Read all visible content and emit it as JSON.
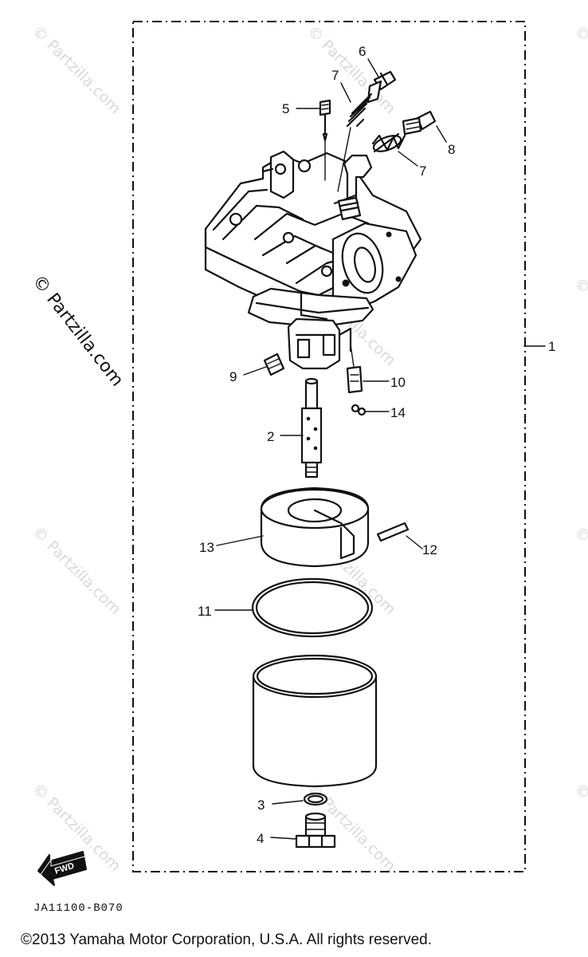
{
  "watermarks": {
    "light": "© Partzilla.com",
    "dark": "© Partzilla.com"
  },
  "callouts": {
    "c1": "1",
    "c2": "2",
    "c3": "3",
    "c4": "4",
    "c5": "5",
    "c6": "6",
    "c7a": "7",
    "c7b": "7",
    "c8": "8",
    "c9": "9",
    "c10": "10",
    "c11": "11",
    "c12": "12",
    "c13": "13",
    "c14": "14"
  },
  "fwd_label": "FWD",
  "diagram_code": "JA11100-B070",
  "copyright": "©2013  Yamaha Motor Corporation, U.S.A. All rights reserved.",
  "colors": {
    "line": "#111111",
    "watermark": "#d9d9d9",
    "background": "#ffffff"
  }
}
